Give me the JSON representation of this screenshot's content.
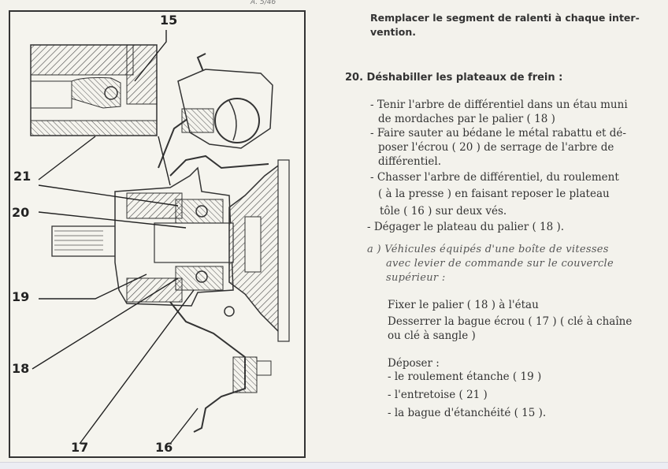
{
  "figure": {
    "top_mark": "A. 5/46",
    "callouts": [
      "15",
      "21",
      "20",
      "19",
      "18",
      "17",
      "16"
    ]
  },
  "text": {
    "intro": [
      "Remplacer le segment de ralenti à chaque inter-",
      "vention."
    ],
    "step_heading": "20. Déshabiller les plateaux de frein :",
    "instructions": [
      "- Tenir l'arbre de différentiel dans un étau muni",
      "de mordaches par le palier ( 18 )",
      "- Faire sauter au bédane le métal rabattu et dé-",
      "poser l'écrou ( 20 ) de serrage de l'arbre de",
      "différentiel.",
      "- Chasser l'arbre de différentiel, du roulement",
      "( à la presse ) en faisant reposer le plateau",
      "tôle ( 16 ) sur deux vés.",
      "- Dégager le plateau du palier ( 18 )."
    ],
    "sub_heading": [
      "a ) Véhicules équipés d'une boîte de vitesses",
      "avec levier de commande sur le couvercle",
      "supérieur :"
    ],
    "sub_instructions": [
      "Fixer le palier ( 18 ) à l'étau",
      "Desserrer la bague écrou ( 17 ) ( clé à chaîne",
      "ou clé à sangle )"
    ],
    "deposer_label": "Déposer :",
    "deposer_items": [
      "- le roulement étanche ( 19 )",
      "- l'entretoise ( 21 )",
      "- la bague d'étanchéité ( 15 )."
    ]
  }
}
